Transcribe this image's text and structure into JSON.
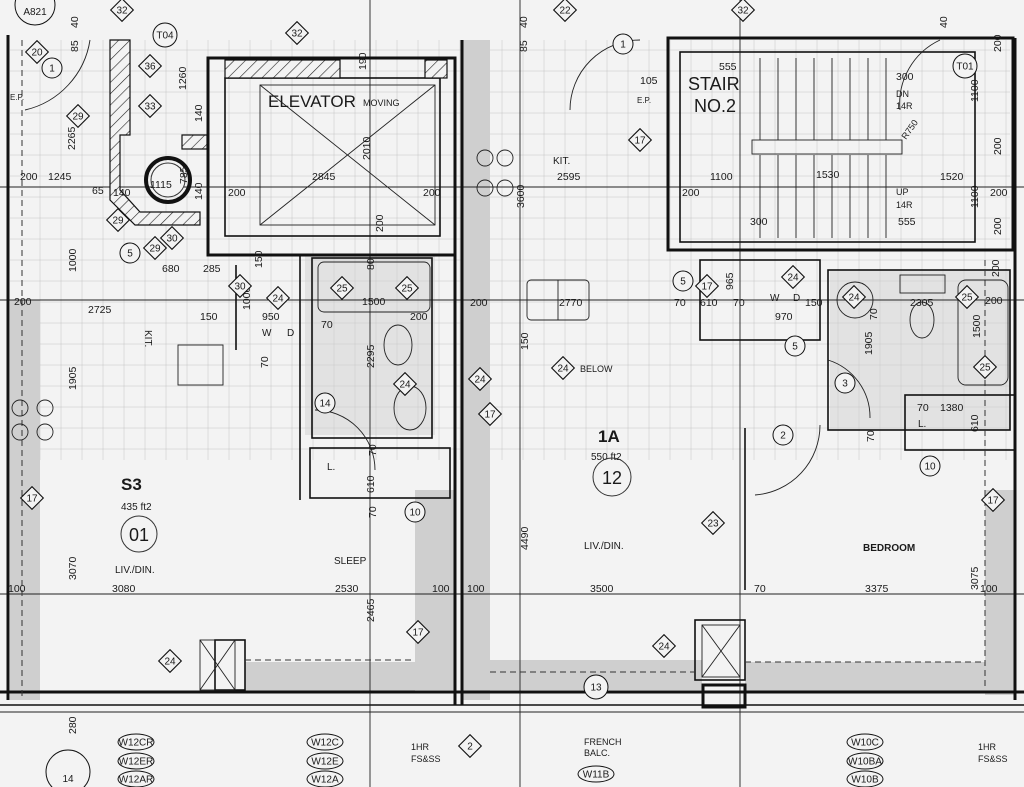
{
  "labels": {
    "elevator": "ELEVATOR",
    "moving": "MOVING",
    "stair": "STAIR",
    "stair_no": "NO.2",
    "kit_left": "KIT.",
    "kit_right": "KIT.",
    "unit_s3": "S3",
    "unit_s3_area": "435 ft2",
    "unit_s3_no": "01",
    "s3_livdin": "LIV./DIN.",
    "sleep": "SLEEP",
    "unit_1a": "1A",
    "unit_1a_area": "550 ft2",
    "unit_1a_no": "12",
    "a_livdin": "LIV./DIN.",
    "bedroom": "BEDROOM",
    "below": "BELOW",
    "dn": "DN",
    "dn_risers": "14R",
    "up": "UP",
    "up_risers": "14R",
    "radius": "R750",
    "ep_left": "E.P.",
    "ep_right": "E.P.",
    "laundry_left": "L.",
    "laundry_right": "L.",
    "w_left": "W",
    "d_left": "D",
    "w_right": "W",
    "d_right": "D",
    "french": "FRENCH",
    "balc": "BALC.",
    "fire_left_1": "1HR",
    "fire_left_2": "FS&SS",
    "fire_right_1": "1HR",
    "fire_right_2": "FS&SS"
  },
  "dimensions": [
    "40",
    "85",
    "2265",
    "200",
    "1245",
    "65",
    "140",
    "1115",
    "785",
    "1260",
    "140",
    "140",
    "200",
    "2845",
    "2010",
    "200",
    "190",
    "200",
    "1000",
    "680",
    "285",
    "150",
    "2725",
    "200",
    "150",
    "1000",
    "950",
    "1500",
    "200",
    "70",
    "2295",
    "80",
    "70",
    "1905",
    "610",
    "70",
    "70",
    "3070",
    "100",
    "3080",
    "2530",
    "100",
    "2465",
    "280",
    "40",
    "85",
    "105",
    "2595",
    "3600",
    "200",
    "2770",
    "150",
    "4490",
    "100",
    "3500",
    "70",
    "3375",
    "100",
    "3075",
    "555",
    "300",
    "1100",
    "1530",
    "1520",
    "200",
    "300",
    "555",
    "200",
    "40",
    "200",
    "1100",
    "200",
    "1100",
    "200",
    "70",
    "610",
    "965",
    "70",
    "970",
    "150",
    "2305",
    "200",
    "1500",
    "1905",
    "70",
    "1380",
    "610",
    "70",
    "70",
    "200"
  ],
  "keynote_tags": [
    "32",
    "32",
    "22",
    "32",
    "20",
    "36",
    "33",
    "29",
    "29",
    "30",
    "29",
    "30",
    "24",
    "25",
    "25",
    "24",
    "24",
    "17",
    "24",
    "17",
    "17",
    "24",
    "24",
    "25",
    "25",
    "23",
    "24",
    "17",
    "24",
    "17",
    "17",
    "2"
  ],
  "circle_tags": [
    "A821",
    "1",
    "T04",
    "5",
    "14",
    "10",
    "1",
    "T01",
    "5",
    "5",
    "3",
    "2",
    "10",
    "13",
    "14"
  ],
  "window_tags": [
    "W12CR",
    "W12ER",
    "W12AR",
    "W12C",
    "W12E",
    "W12A",
    "W11B",
    "W10C",
    "W10BA",
    "W10B"
  ],
  "colors": {
    "ink": "#111111",
    "paper": "#f3f3f3",
    "shade": "#cfcfcf"
  }
}
